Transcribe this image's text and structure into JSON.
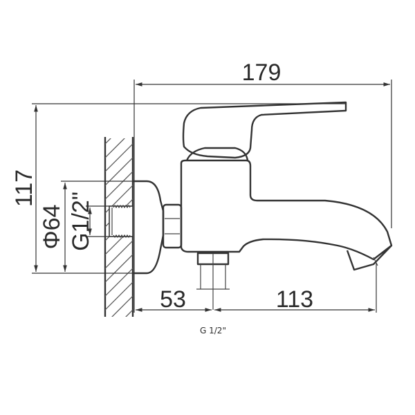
{
  "dimensions": {
    "overall_width": "179",
    "overall_height": "117",
    "flange_diameter": "Φ64",
    "wall_thread": "G1/2\"",
    "outlet_offset": "53",
    "spout_reach": "113",
    "outlet_thread": "G 1/2\""
  }
}
